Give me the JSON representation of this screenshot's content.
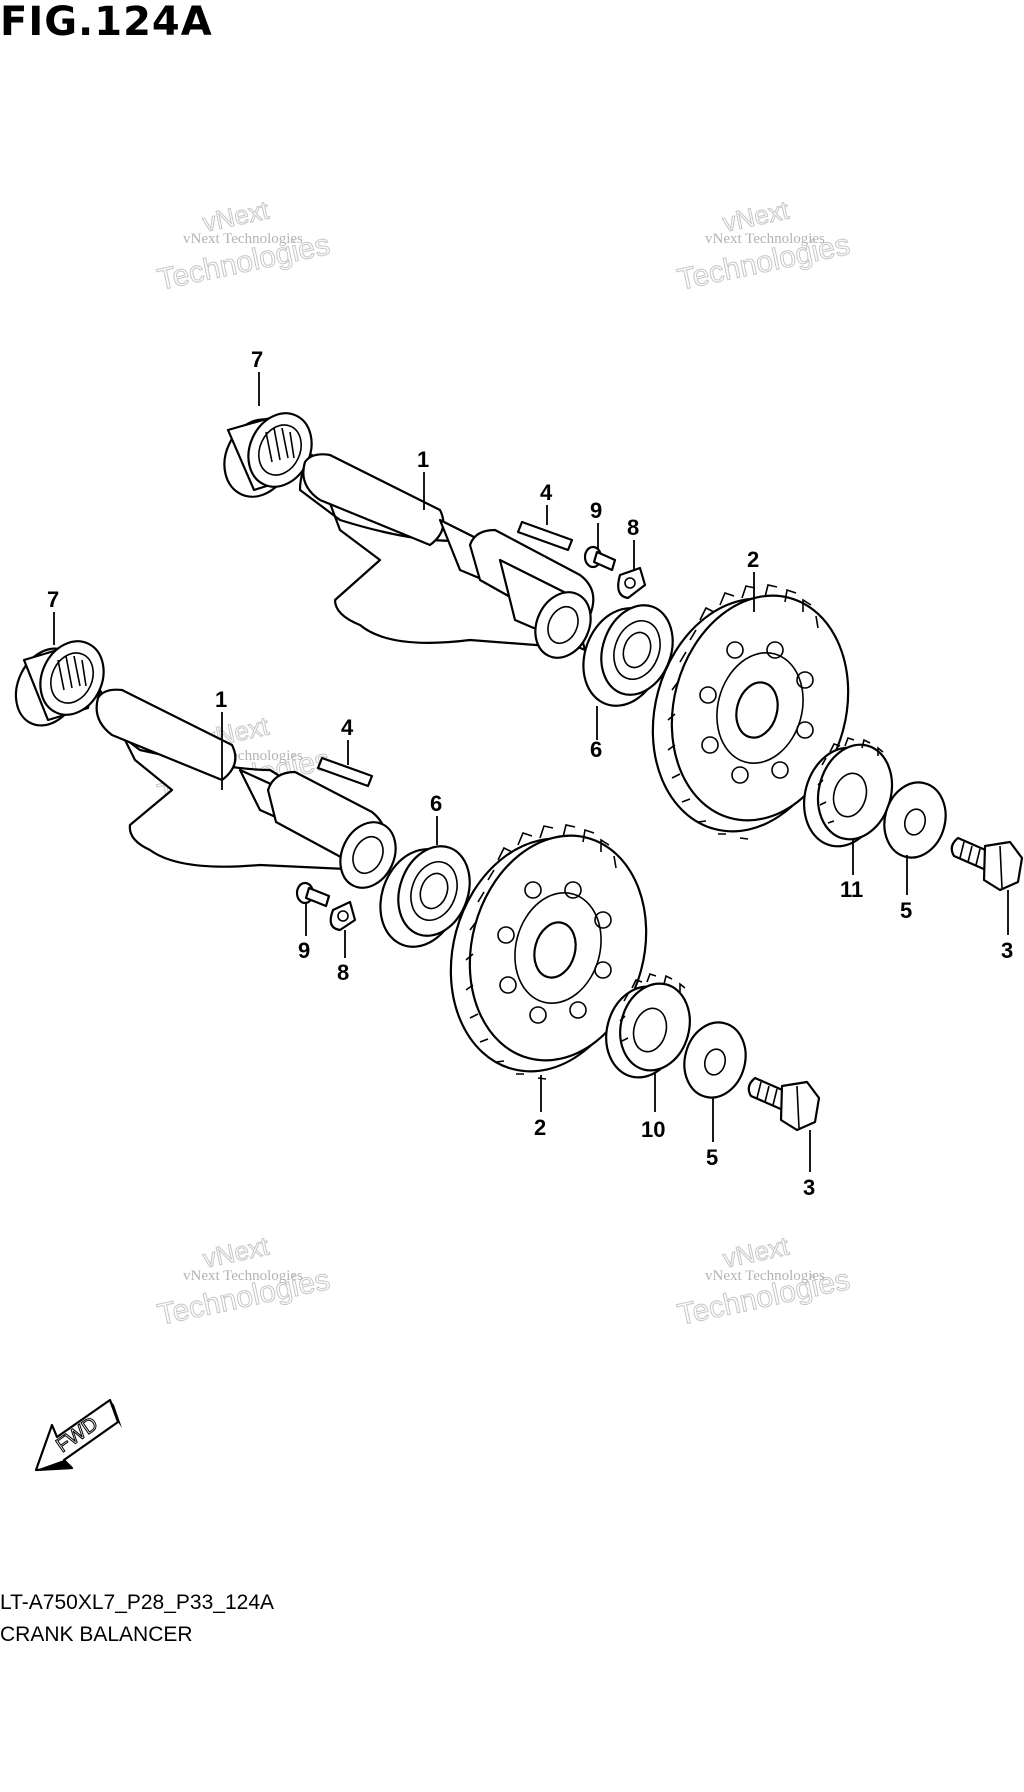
{
  "header": {
    "figure_title": "FIG.124A"
  },
  "footer": {
    "model_code": "LT-A750XL7_P28_P33_124A",
    "caption": "CRANK BALANCER"
  },
  "direction_label": "FWD",
  "watermark": {
    "line1": "vNext",
    "line2": "Technologies",
    "small": "vNext Technologies"
  },
  "callouts": {
    "c7a": "7",
    "c1a": "1",
    "c4a": "4",
    "c9a": "9",
    "c8a": "8",
    "c2a": "2",
    "c6a": "6",
    "c7b": "7",
    "c1b": "1",
    "c4b": "4",
    "c6b": "6",
    "c11": "11",
    "c5a": "5",
    "c3a": "3",
    "c9b": "9",
    "c8b": "8",
    "c2b": "2",
    "c10": "10",
    "c5b": "5",
    "c3b": "3"
  }
}
